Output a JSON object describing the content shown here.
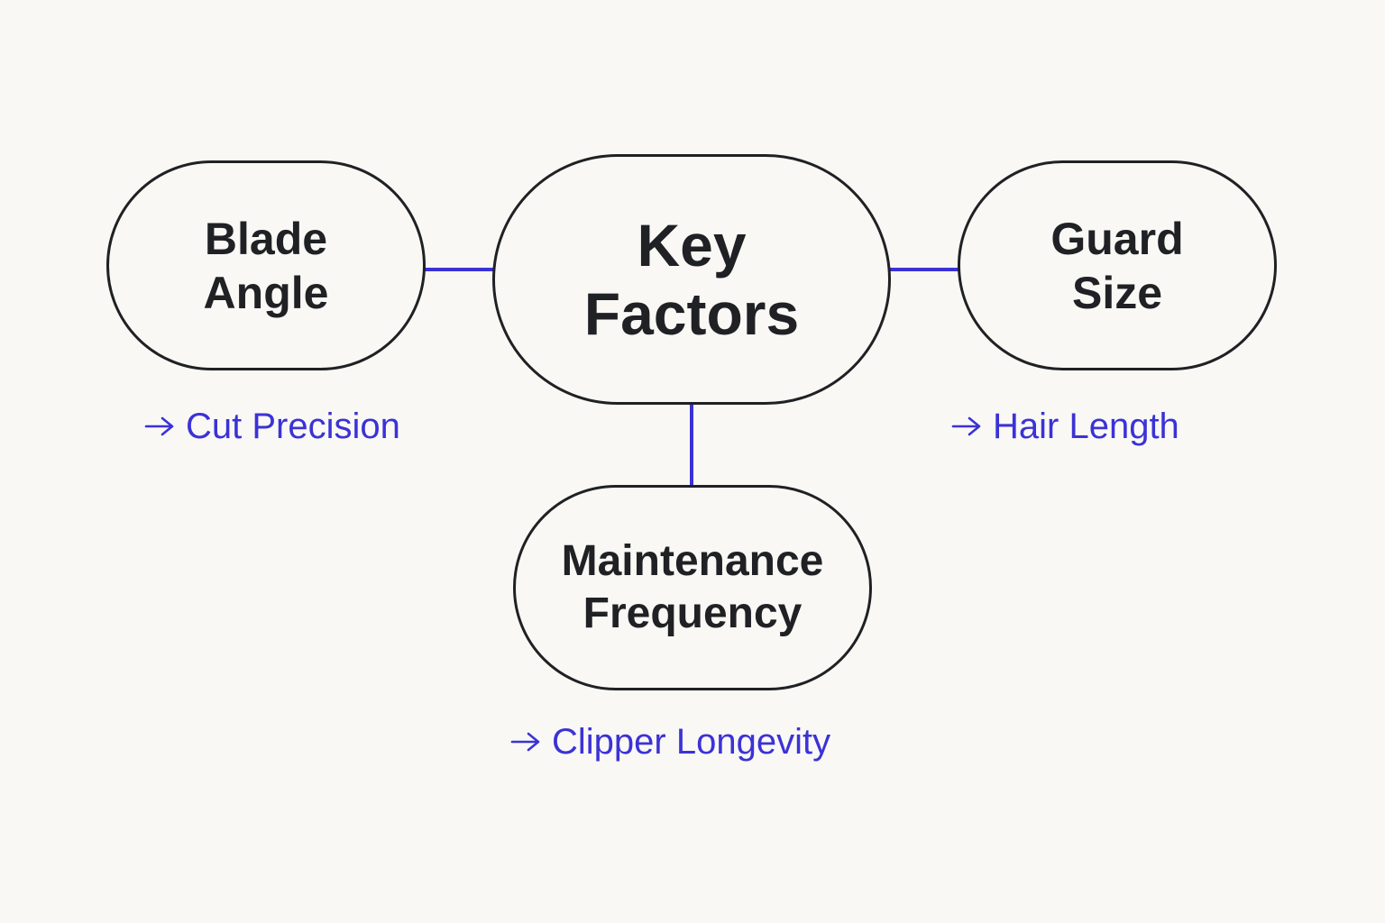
{
  "diagram": {
    "center": {
      "lines": [
        "Key",
        "Factors"
      ]
    },
    "nodes": {
      "blade": {
        "lines": [
          "Blade",
          "Angle"
        ],
        "outcome": "Cut Precision"
      },
      "guard": {
        "lines": [
          "Guard",
          "Size"
        ],
        "outcome": "Hair Length"
      },
      "maintenance": {
        "lines": [
          "Maintenance",
          "Frequency"
        ],
        "outcome": "Clipper Longevity"
      }
    },
    "outcome_icon": "arrow-right-icon",
    "colors": {
      "background": "#f9f8f5",
      "outline": "#1f2124",
      "accent": "#3b32d6"
    }
  }
}
